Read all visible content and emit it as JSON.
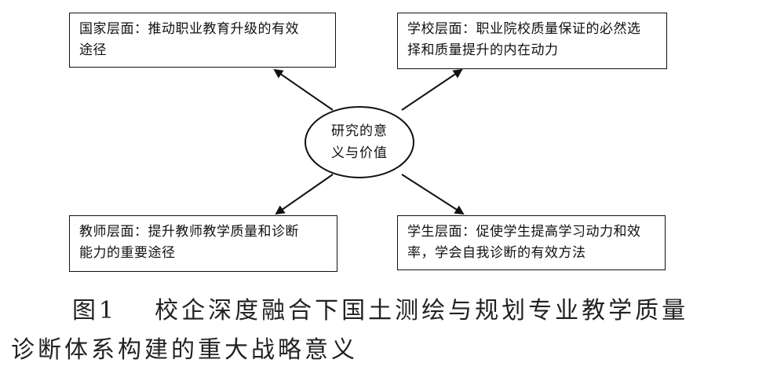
{
  "diagram": {
    "center": {
      "line1": "研究的意",
      "line2": "义与价值"
    },
    "boxes": {
      "national": {
        "line1": "国家层面：推动职业教育升级的有效",
        "line2": "途径"
      },
      "school": {
        "line1": "学校层面：职业院校质量保证的必然选",
        "line2": "择和质量提升的内在动力"
      },
      "teacher": {
        "line1": "教师层面：提升教师教学质量和诊断",
        "line2": "能力的重要途径"
      },
      "student": {
        "line1": "学生层面：促使学生提高学习动力和效",
        "line2": "率，学会自我诊断的有效方法"
      }
    }
  },
  "caption": {
    "figure_label": "图1",
    "line1_text": "校企深度融合下国土测绘与规划专业教学质量",
    "line2_text": "诊断体系构建的重大战略意义"
  }
}
